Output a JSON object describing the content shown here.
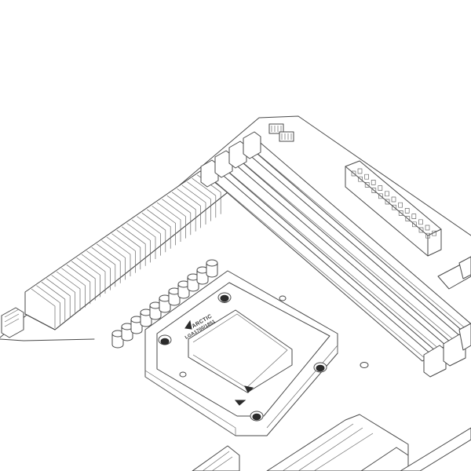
{
  "illustration": {
    "subject": "motherboard-cpu-socket-mounting-frame",
    "bracket_text": {
      "brand": "ARCTIC",
      "socket": "LGA1700/1851"
    },
    "colors": {
      "line": "#4a4a4a",
      "background": "#ffffff",
      "mount_points": "#2b2b2b"
    }
  }
}
